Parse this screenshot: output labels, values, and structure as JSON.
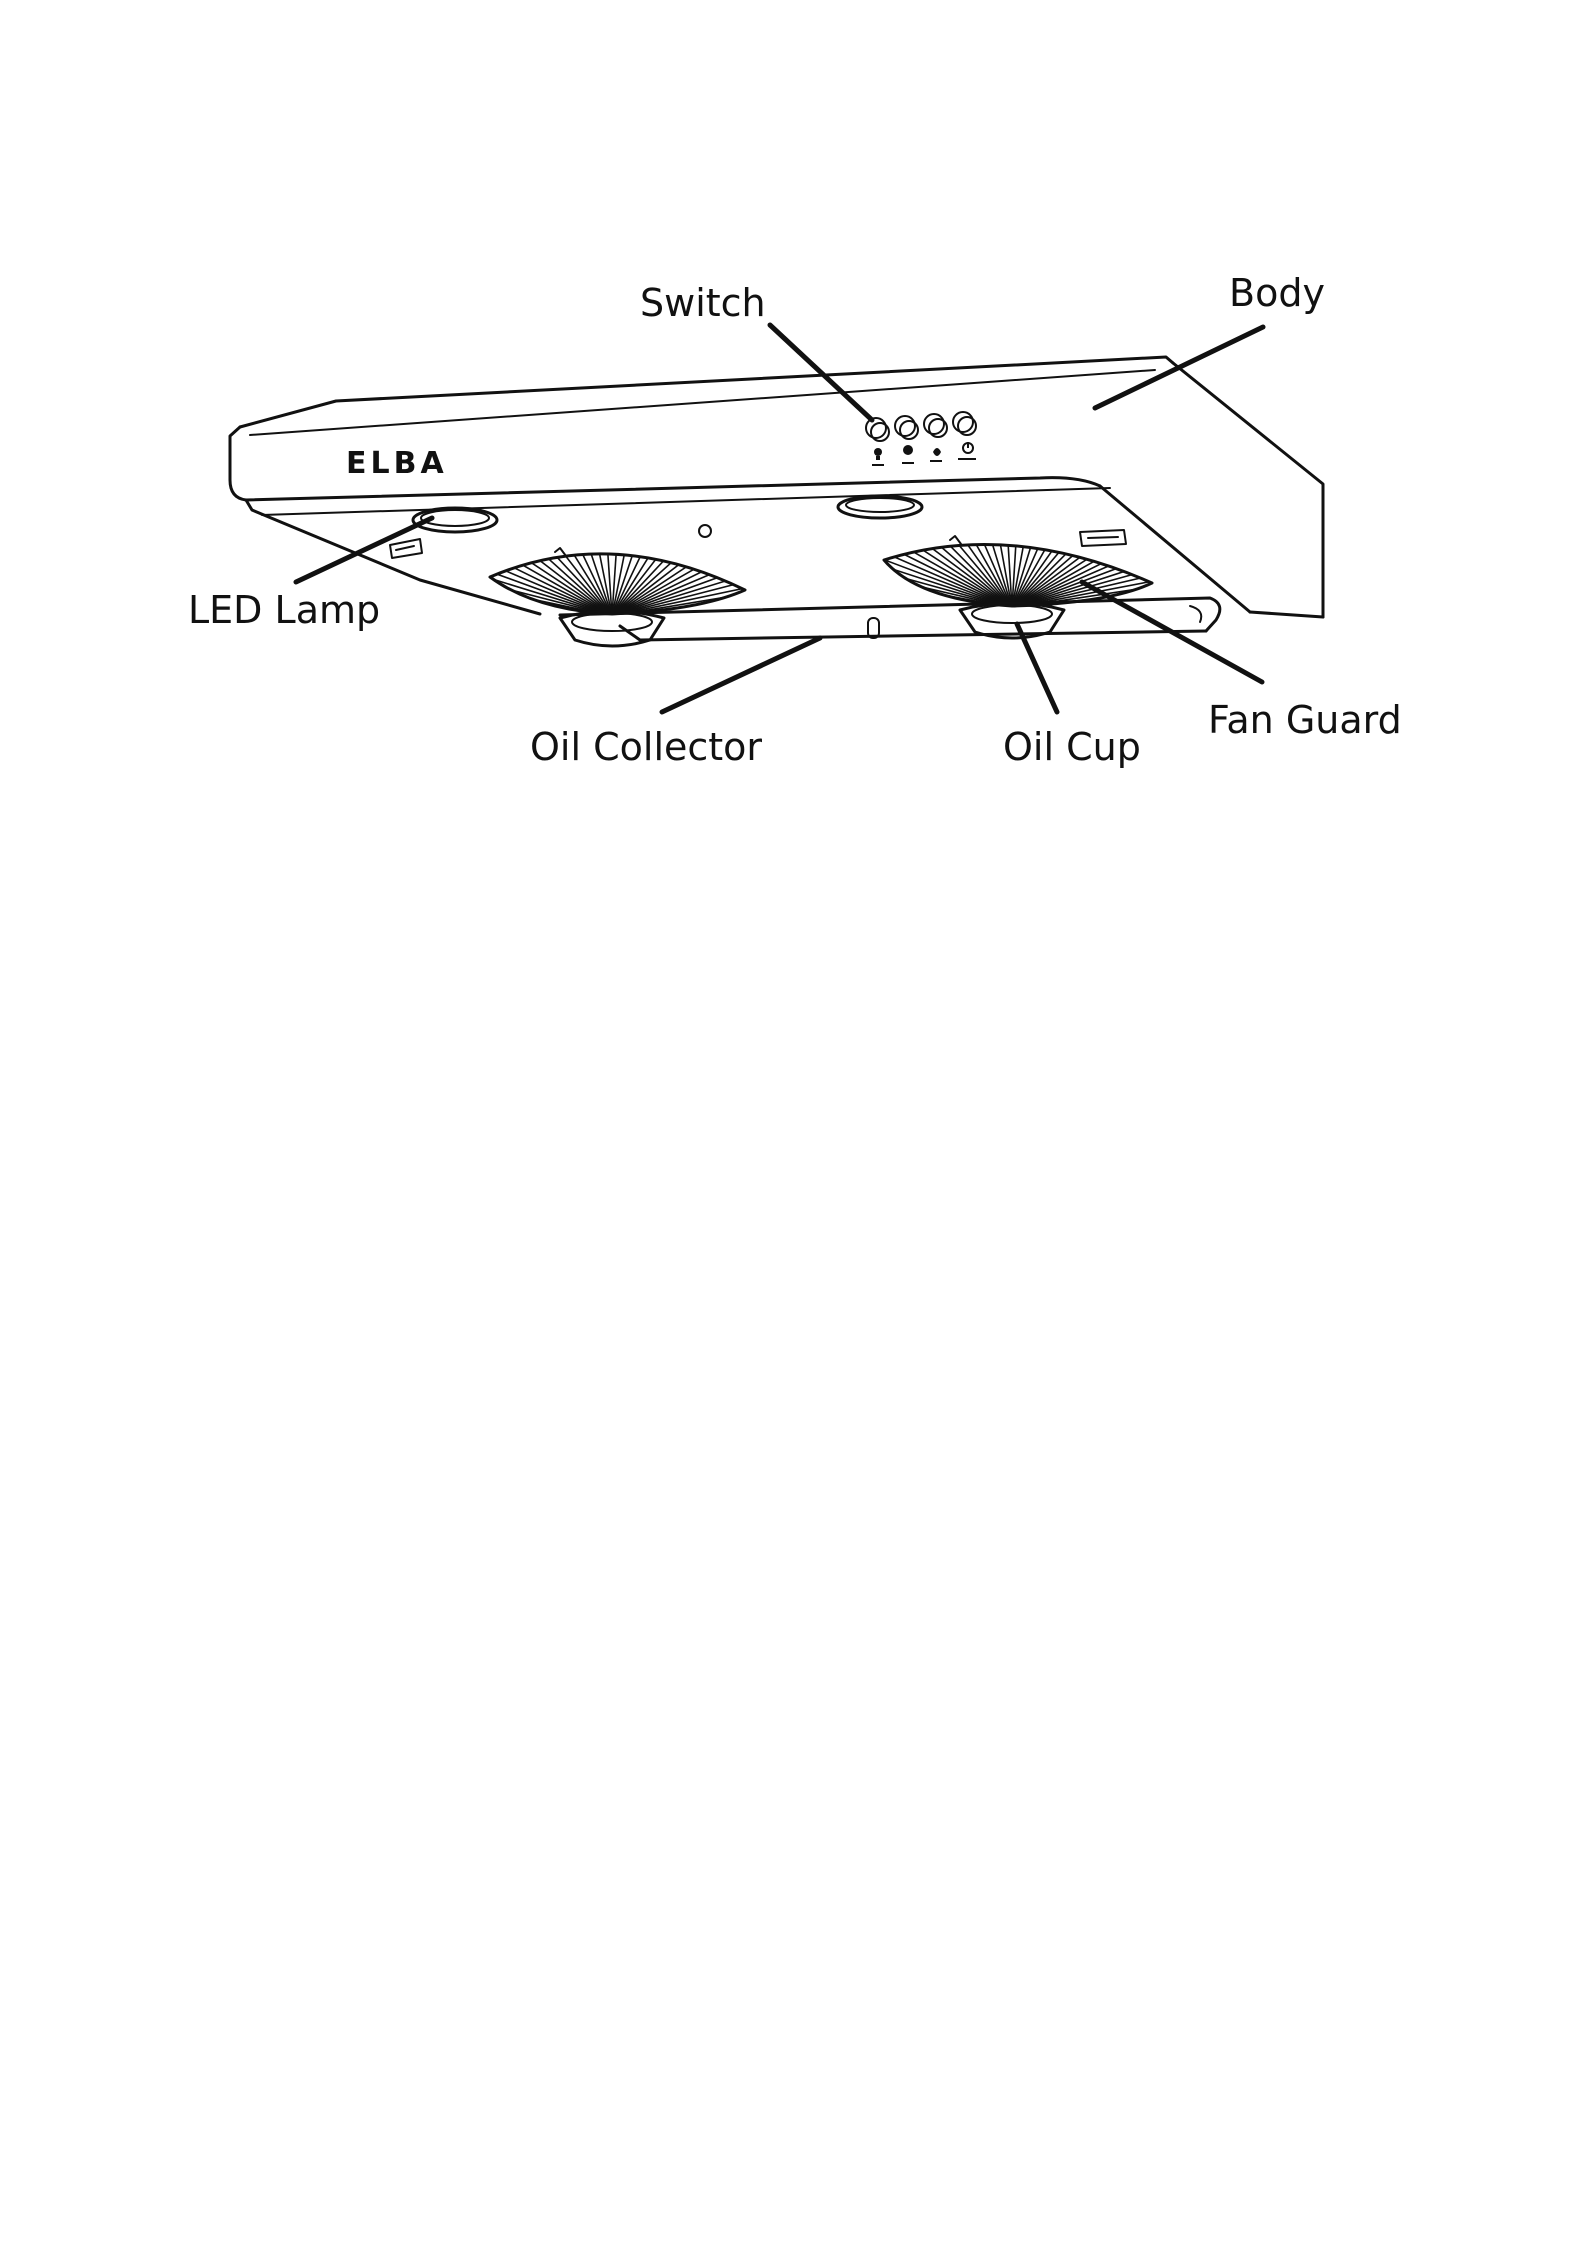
{
  "brand": "ELBA",
  "callouts": {
    "switch": "Switch",
    "body": "Body",
    "led_lamp": "LED Lamp",
    "oil_collector": "Oil Collector",
    "oil_cup": "Oil Cup",
    "fan_guard": "Fan Guard"
  },
  "icons": {
    "buttons": [
      "light-bulb-icon",
      "high-fan-icon",
      "low-fan-icon",
      "power-icon"
    ]
  },
  "colors": {
    "ink": "#111111",
    "background": "#ffffff"
  }
}
